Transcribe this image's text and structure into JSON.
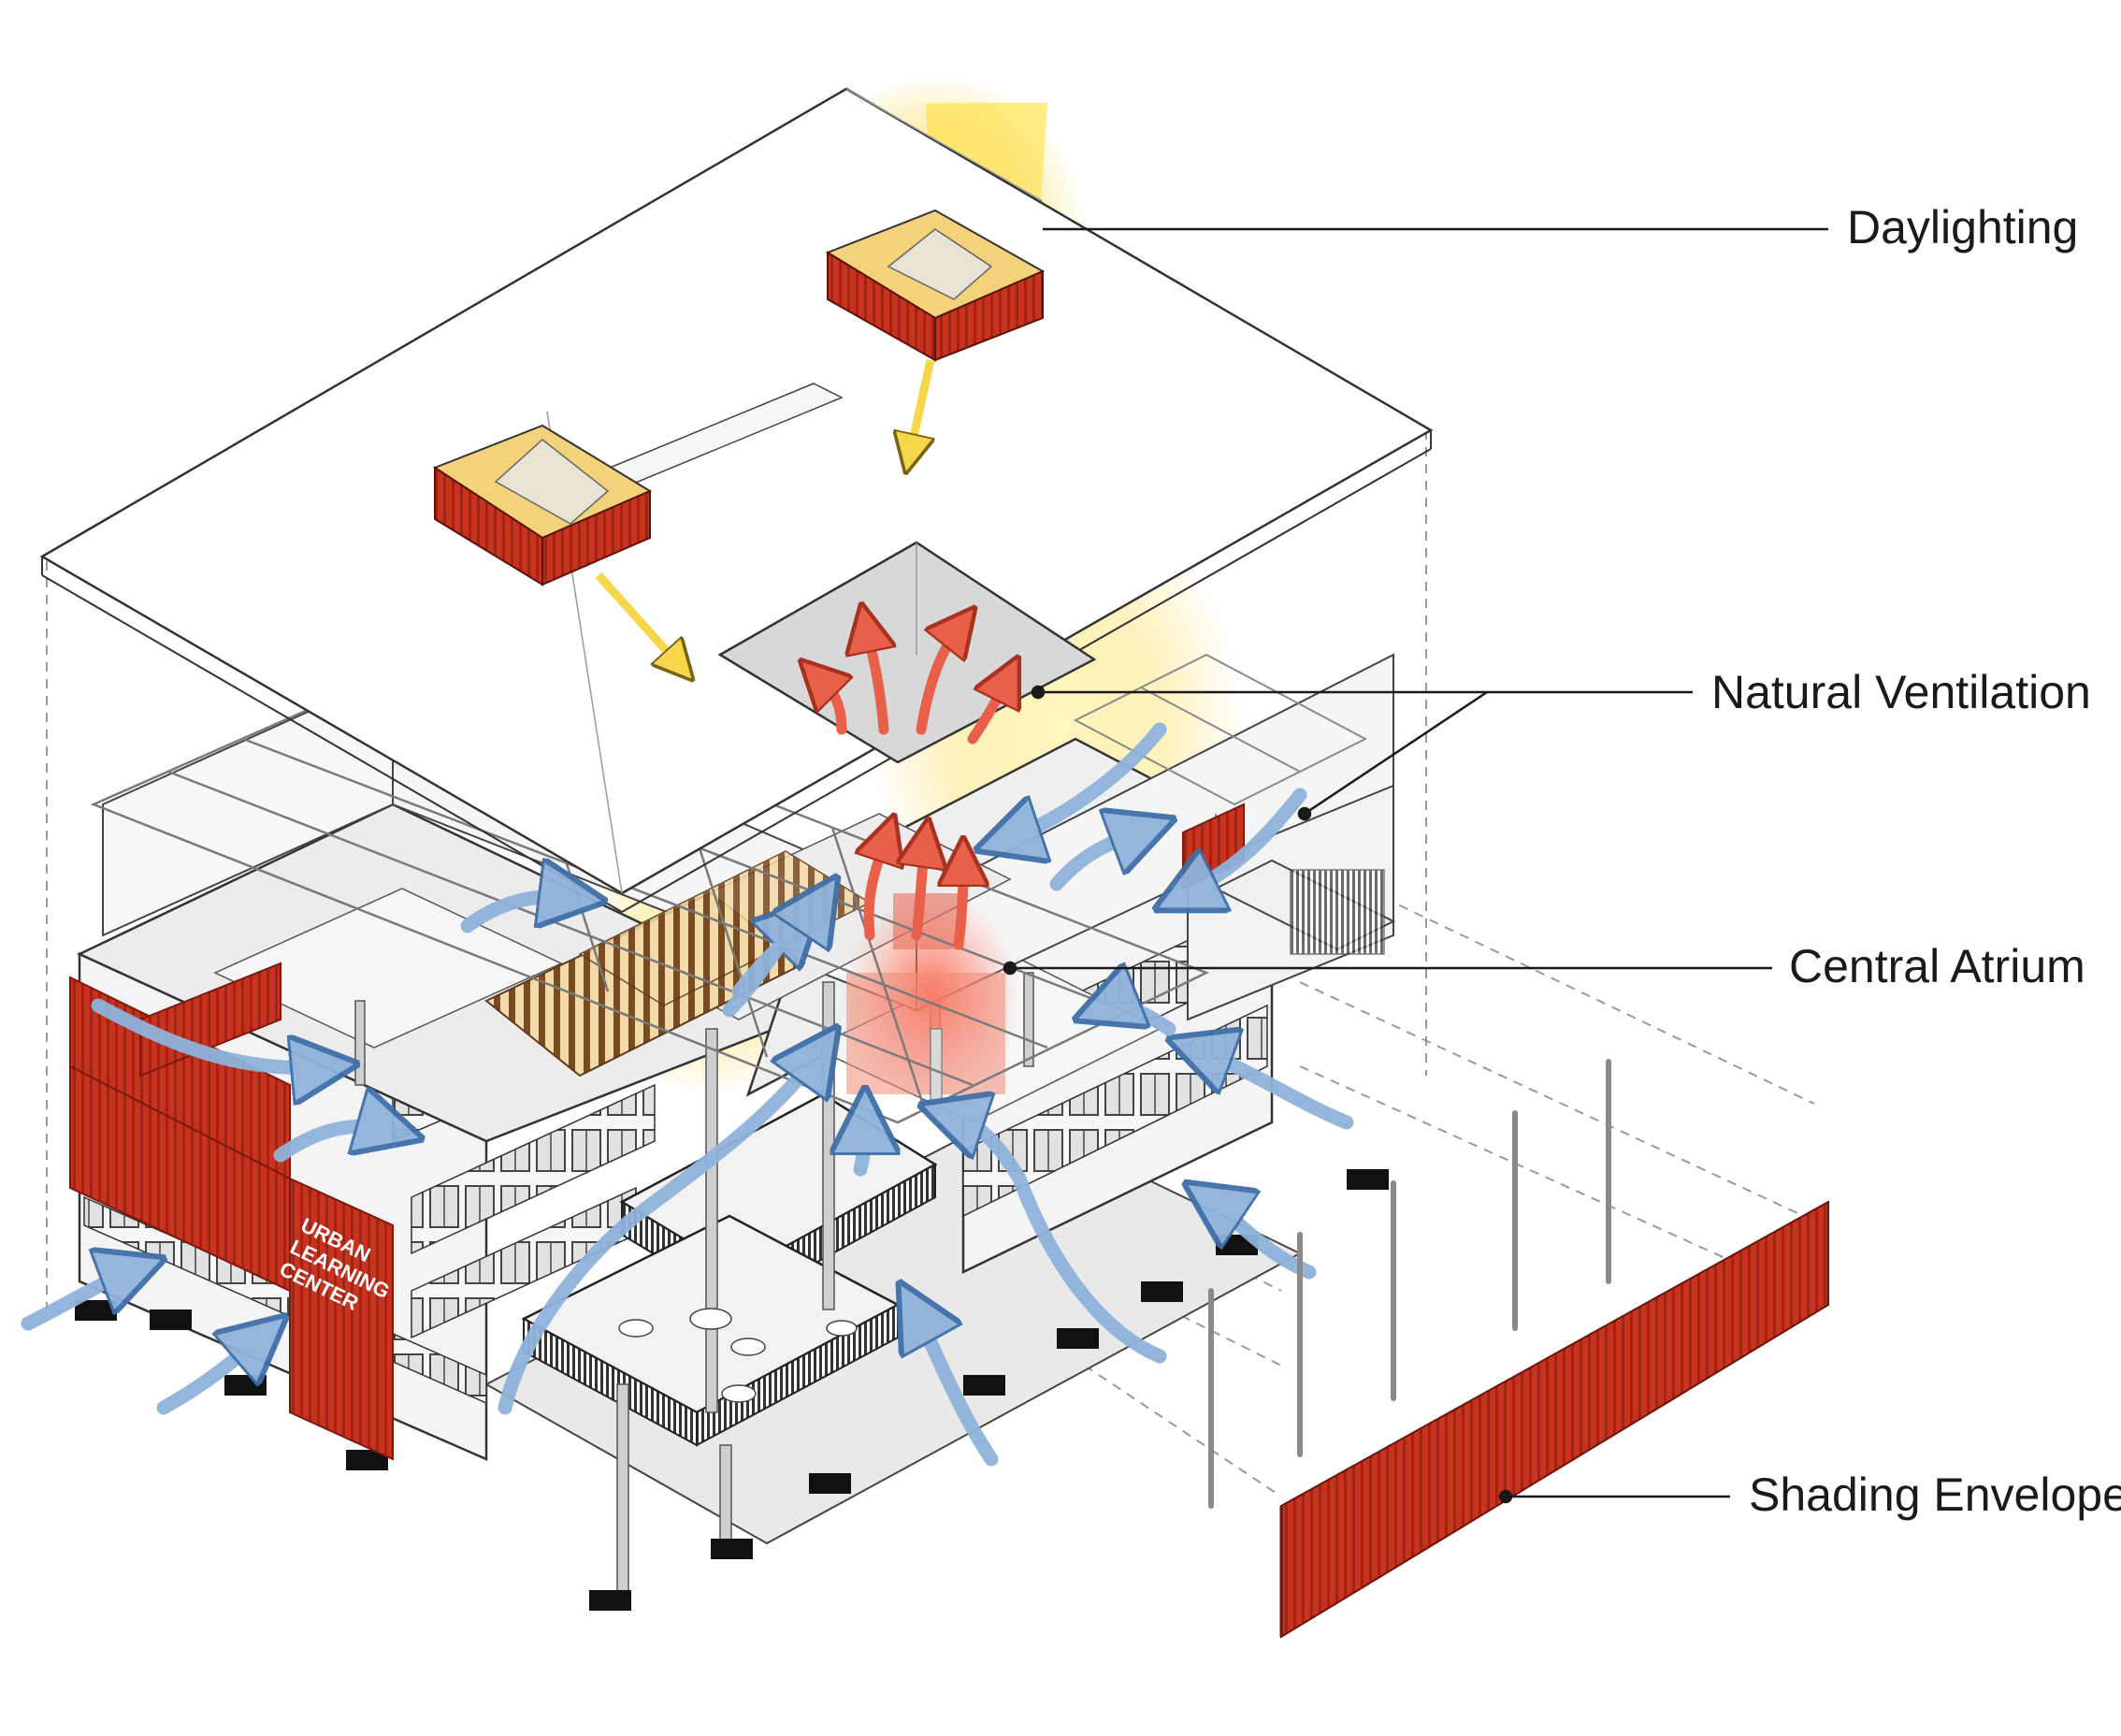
{
  "labels": {
    "daylighting": "Daylighting",
    "natural_ventilation": "Natural Ventilation",
    "central_atrium": "Central Atrium",
    "shading_envelope": "Shading Envelope"
  },
  "building_sign": {
    "line1": "URBAN",
    "line2": "LEARNING",
    "line3": "CENTER"
  },
  "colors": {
    "facade_red": "#c8321e",
    "airflow_blue": "#8fb3dc",
    "warm_air_red": "#e8604a",
    "daylight_yellow": "#f6d64a",
    "line_dark": "#1a1a1a",
    "line_light": "#9a9a9a"
  }
}
